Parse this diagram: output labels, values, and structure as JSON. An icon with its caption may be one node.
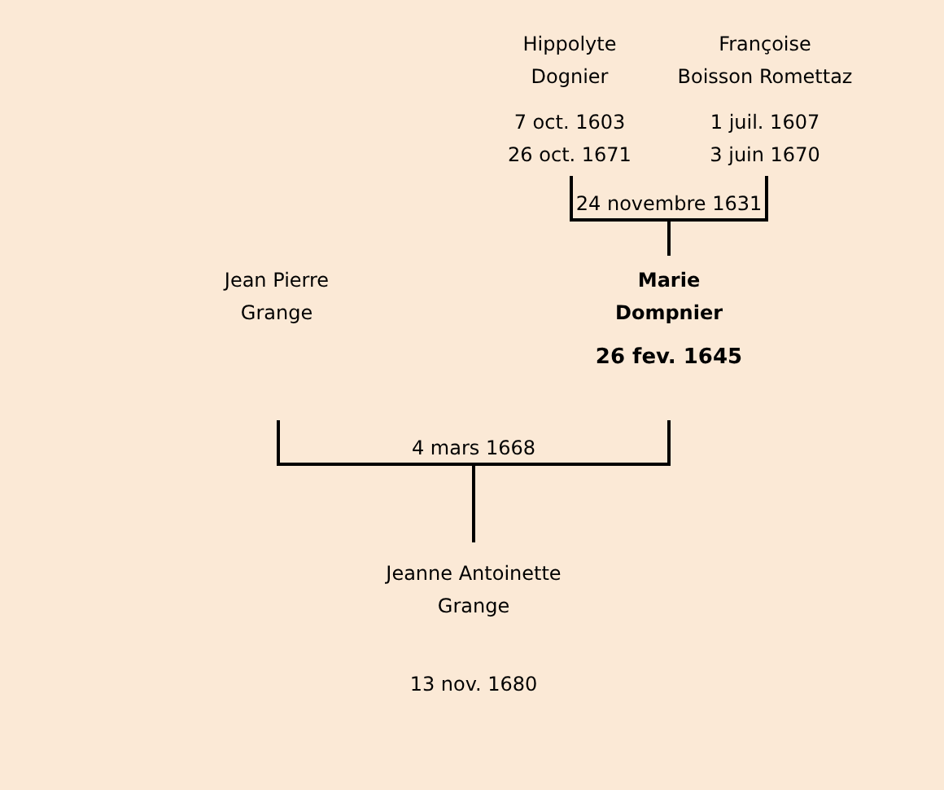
{
  "diagram": {
    "nodes": [
      {
        "text": [
          "Hippolyte Dognier",
          "7 oct. 1603",
          "26 oct. 1671"
        ]
      },
      {
        "text": [
          "Françoise Boisson Romettaz",
          "1 juil. 1607",
          "3 juin 1670"
        ]
      },
      {
        "text": [
          "Jean Pierre Grange"
        ]
      },
      {
        "text": [
          "Marie Dompnier",
          "26 fev. 1645"
        ]
      },
      {
        "text": [
          "Jeanne Antoinette Grange",
          "13 nov. 1680"
        ]
      }
    ],
    "edges": [
      {
        "from": 0,
        "to": 3,
        "arrow": "none",
        "label": "24 novembre 1631"
      },
      {
        "from": 1,
        "to": 3,
        "arrow": "none"
      },
      {
        "from": 2,
        "to": 4,
        "arrow": "none",
        "label": "4 mars 1668"
      },
      {
        "from": 3,
        "to": 4,
        "arrow": "none"
      }
    ]
  }
}
